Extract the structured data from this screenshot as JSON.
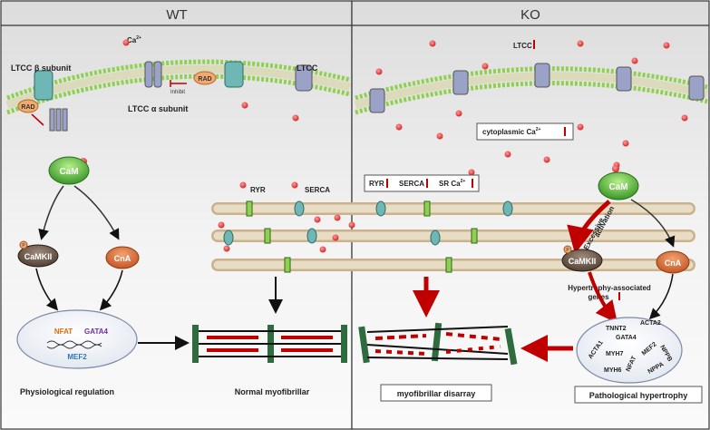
{
  "panels": {
    "wt": {
      "title": "WT"
    },
    "ko": {
      "title": "KO"
    }
  },
  "wt": {
    "ltcc_beta": "LTCC β subunit",
    "ca_main": "Ca",
    "ca_sup": "2+",
    "ltcc": "LTCC",
    "rad_left": "RAD",
    "rad_right": "RAD",
    "inhibit": "Inhibit",
    "ltcc_alpha": "LTCC α subunit",
    "cam": "CaM",
    "camkii": "CaMKII",
    "phospho": "P",
    "cna": "CnA",
    "nfat": "NFAT",
    "gata4": "GATA4",
    "mef2": "MEF2",
    "physiological": "Physiological regulation",
    "normal": "Normal myofibrillar"
  },
  "sr": {
    "ryr": "RYR",
    "serca": "SERCA"
  },
  "ko": {
    "ltcc": "LTCC",
    "cyto_main": "cytoplasmic  Ca",
    "cyto_sup": "2+",
    "ryr": "RYR",
    "serca": "SERCA",
    "sr_main": "SR Ca",
    "sr_sup": "2+",
    "cam": "CaM",
    "excessive": "Excessive",
    "activation": "activation",
    "camkii": "CaMKII",
    "phospho": "P",
    "cna": "CnA",
    "hyp_line1": "Hypertrophy-associated",
    "hyp_line2": "genes",
    "genes": [
      "TNNT2",
      "ACTA2",
      "GATA4",
      "ACTA1",
      "MYH7",
      "MEF2",
      "NPPB",
      "NFAT",
      "NPPA",
      "MYH6"
    ],
    "disarray": "myofibrillar disarray",
    "pathological": "Pathological hypertrophy"
  }
}
